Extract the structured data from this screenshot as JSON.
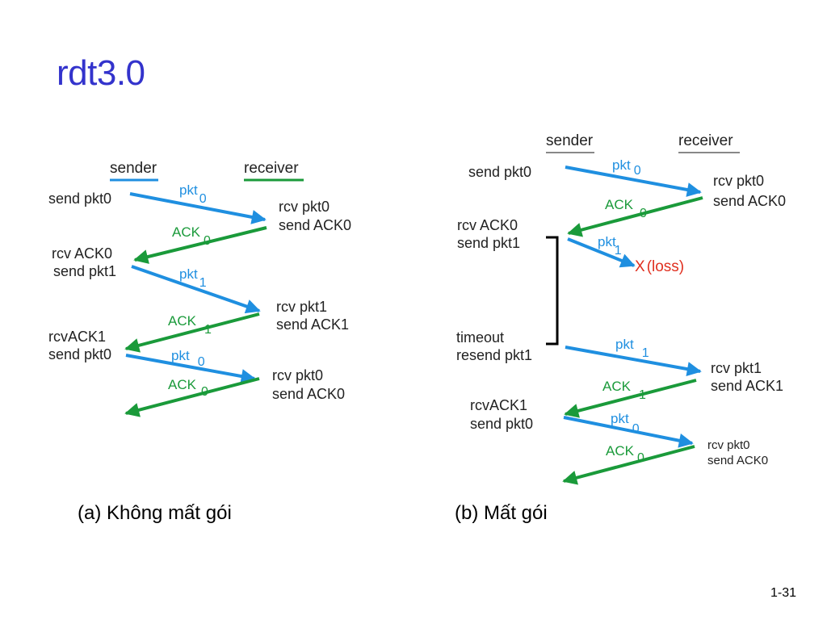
{
  "slide": {
    "title": "rdt3.0",
    "page_number": "1-31",
    "colors": {
      "title": "#3333cc",
      "pkt": "#1f8fe0",
      "ack": "#1a9a3a",
      "loss": "#e03020",
      "timeout_bracket": "#000000"
    }
  },
  "diagram_a": {
    "caption": "(a) Không mất gói",
    "sender_heading": "sender",
    "receiver_heading": "receiver",
    "sender_labels": [
      "send pkt0",
      "rcv ACK0",
      "send pkt1",
      "rcvACK1",
      "send pkt0"
    ],
    "receiver_labels": [
      "rcv pkt0",
      "send ACK0",
      "rcv pkt1",
      "send ACK1",
      "rcv pkt0",
      "send ACK0"
    ],
    "messages": [
      {
        "name": "pkt",
        "sub": "0"
      },
      {
        "name": "ACK",
        "sub": "0"
      },
      {
        "name": "pkt",
        "sub": "1"
      },
      {
        "name": "ACK",
        "sub": "1"
      },
      {
        "name": "pkt",
        "sub": "0"
      },
      {
        "name": "ACK",
        "sub": "0"
      }
    ]
  },
  "diagram_b": {
    "caption": "(b) Mất gói",
    "sender_heading": "sender",
    "receiver_heading": "receiver",
    "sender_labels": [
      "send pkt0",
      "rcv ACK0",
      "send pkt1",
      "timeout",
      "resend pkt1",
      "rcvACK1",
      "send pkt0"
    ],
    "receiver_labels": [
      "rcv pkt0",
      "send ACK0",
      "rcv pkt1",
      "send ACK1",
      "rcv pkt0",
      "send ACK0"
    ],
    "loss_marker": "X",
    "loss_label": "(loss)",
    "messages": [
      {
        "name": "pkt",
        "sub": "0"
      },
      {
        "name": "ACK",
        "sub": "0"
      },
      {
        "name": "pkt",
        "sub": "1"
      },
      {
        "name": "pkt",
        "sub": "1"
      },
      {
        "name": "ACK",
        "sub": "1"
      },
      {
        "name": "pkt",
        "sub": "0"
      },
      {
        "name": "ACK",
        "sub": "0"
      }
    ]
  }
}
